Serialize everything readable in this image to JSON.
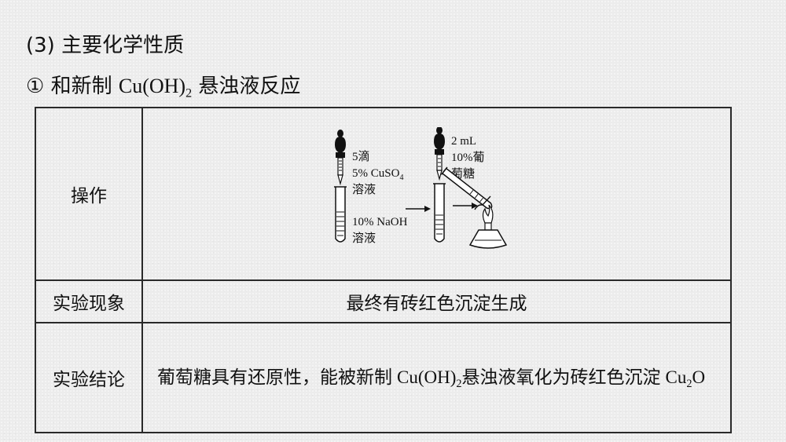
{
  "heading1": "(3) 主要化学性质",
  "heading2": {
    "marker": "①",
    "text_before": "和新制",
    "formula_main": "Cu(OH)",
    "formula_sub": "2",
    "text_after": "悬浊液反应"
  },
  "table": {
    "row1_label": "操作",
    "row2_label": "实验现象",
    "row3_label": "实验结论",
    "observation": "最终有砖红色沉淀生成",
    "conclusion": {
      "part1": "葡萄糖具有还原性，能被新制",
      "formula_main": "Cu(OH)",
      "formula_sub": "2",
      "part2": "悬浊液氧化为砖红色沉淀",
      "product_main1": "Cu",
      "product_sub": "2",
      "product_main2": "O"
    }
  },
  "figure": {
    "dropper1_label_line1": "5滴",
    "dropper1_label_line2": "5% CuSO",
    "dropper1_label_sub": "4",
    "dropper1_label_line3": "溶液",
    "tube1_label_line1": "10% NaOH",
    "tube1_label_line2": "溶液",
    "dropper2_label_line1": "2 mL",
    "dropper2_label_line2": "10%葡",
    "dropper2_label_line3": "萄糖"
  }
}
